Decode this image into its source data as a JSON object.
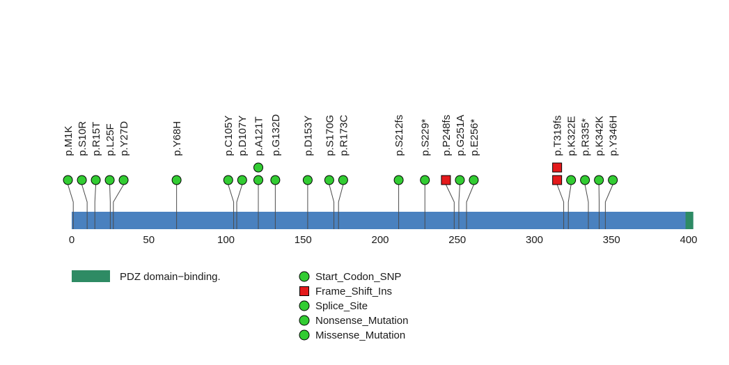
{
  "chart_data": {
    "type": "lollipop",
    "title": "",
    "axis": {
      "min": 0,
      "max": 400
    },
    "x_ticks": [
      0,
      50,
      100,
      150,
      200,
      250,
      300,
      350,
      400
    ],
    "protein_bar_end": 403,
    "colors": {
      "protein_bar": "#4A81BF",
      "circle": "#33CC33",
      "square": "#E41A1C",
      "domain": "#2E8B64",
      "stem": "#4A4A4A",
      "text": "#1A1A1A"
    },
    "domains": [
      {
        "name": "PDZ domain-binding.",
        "start": 398,
        "end": 403,
        "color": "#2E8B64"
      }
    ],
    "mutations": [
      {
        "label": "p.M1K",
        "pos": 1,
        "shape": "circle",
        "count": 1
      },
      {
        "label": "p.S10R",
        "pos": 10,
        "shape": "circle",
        "count": 1
      },
      {
        "label": "p.R15T",
        "pos": 15,
        "shape": "circle",
        "count": 1
      },
      {
        "label": "p.L25F",
        "pos": 25,
        "shape": "circle",
        "count": 1
      },
      {
        "label": "p.Y27D",
        "pos": 27,
        "shape": "circle",
        "count": 1
      },
      {
        "label": "p.Y68H",
        "pos": 68,
        "shape": "circle",
        "count": 1
      },
      {
        "label": "p.C105Y",
        "pos": 105,
        "shape": "circle",
        "count": 1
      },
      {
        "label": "p.D107Y",
        "pos": 107,
        "shape": "circle",
        "count": 1
      },
      {
        "label": "p.A121T",
        "pos": 121,
        "shape": "circle",
        "count": 2
      },
      {
        "label": "p.G132D",
        "pos": 132,
        "shape": "circle",
        "count": 1
      },
      {
        "label": "p.D153Y",
        "pos": 153,
        "shape": "circle",
        "count": 1
      },
      {
        "label": "p.S170G",
        "pos": 170,
        "shape": "circle",
        "count": 1
      },
      {
        "label": "p.R173C",
        "pos": 173,
        "shape": "circle",
        "count": 1
      },
      {
        "label": "p.S212fs",
        "pos": 212,
        "shape": "circle",
        "count": 1
      },
      {
        "label": "p.S229*",
        "pos": 229,
        "shape": "circle",
        "count": 1
      },
      {
        "label": "p.P248fs",
        "pos": 248,
        "shape": "square",
        "count": 1
      },
      {
        "label": "p.G251A",
        "pos": 251,
        "shape": "circle",
        "count": 1
      },
      {
        "label": "p.E256*",
        "pos": 256,
        "shape": "circle",
        "count": 1
      },
      {
        "label": "p.T319fs",
        "pos": 319,
        "shape": "square",
        "count": 2
      },
      {
        "label": "p.K322E",
        "pos": 322,
        "shape": "circle",
        "count": 1
      },
      {
        "label": "p.R335*",
        "pos": 335,
        "shape": "circle",
        "count": 1
      },
      {
        "label": "p.K342K",
        "pos": 342,
        "shape": "circle",
        "count": 1
      },
      {
        "label": "p.Y346H",
        "pos": 346,
        "shape": "circle",
        "count": 1
      }
    ],
    "legend": {
      "domain_item": {
        "label": "PDZ domain−binding.",
        "shape": "rect",
        "color": "#2E8B64"
      },
      "items": [
        {
          "label": "Start_Codon_SNP",
          "shape": "circle",
          "color": "#33CC33"
        },
        {
          "label": "Frame_Shift_Ins",
          "shape": "square",
          "color": "#E41A1C"
        },
        {
          "label": "Splice_Site",
          "shape": "circle",
          "color": "#33CC33"
        },
        {
          "label": "Nonsense_Mutation",
          "shape": "circle",
          "color": "#33CC33"
        },
        {
          "label": "Missense_Mutation",
          "shape": "circle",
          "color": "#33CC33"
        }
      ]
    }
  }
}
